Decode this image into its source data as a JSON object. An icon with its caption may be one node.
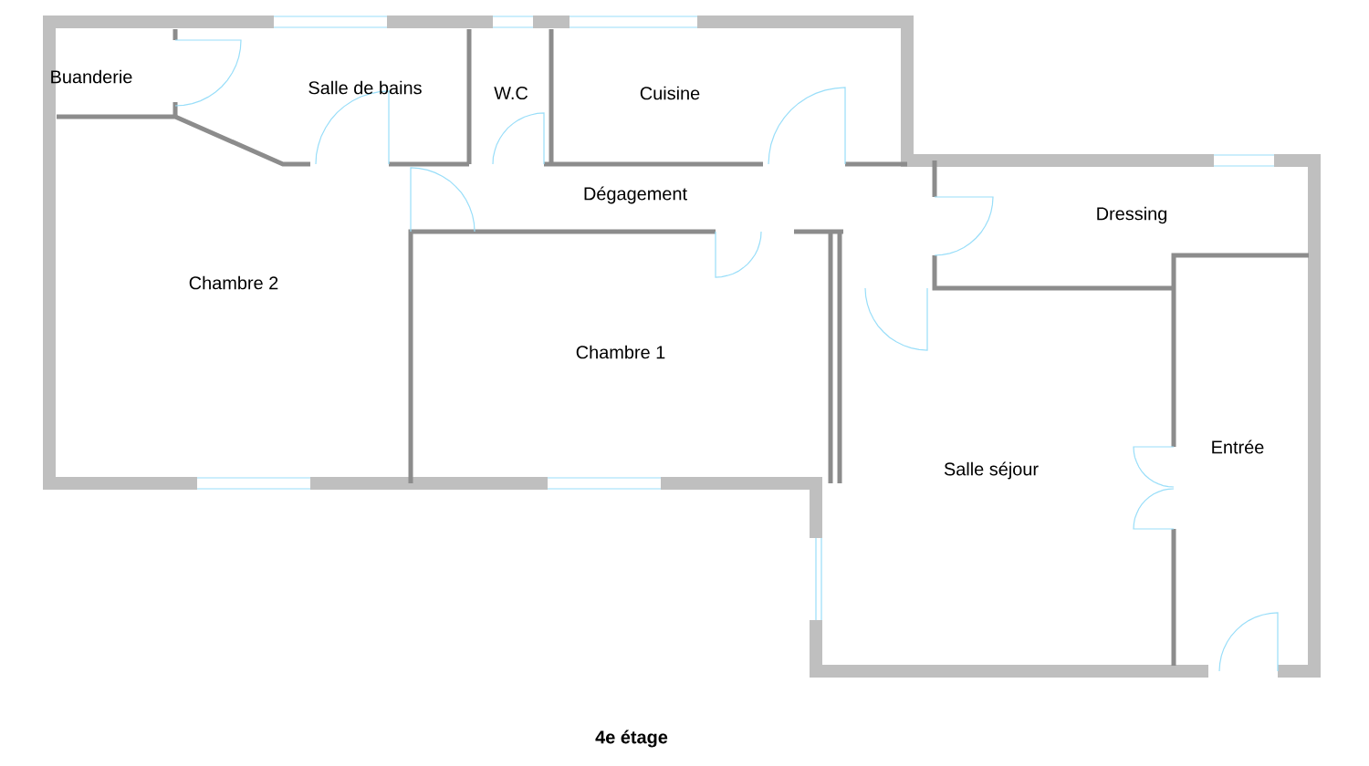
{
  "diagram": {
    "caption": "4e étage",
    "labels": [
      "Buanderie",
      "Salle de bains",
      "W.C",
      "Cuisine",
      "Dégagement",
      "Dressing",
      "Chambre 2",
      "Chambre 1",
      "Salle séjour",
      "Entrée"
    ]
  }
}
